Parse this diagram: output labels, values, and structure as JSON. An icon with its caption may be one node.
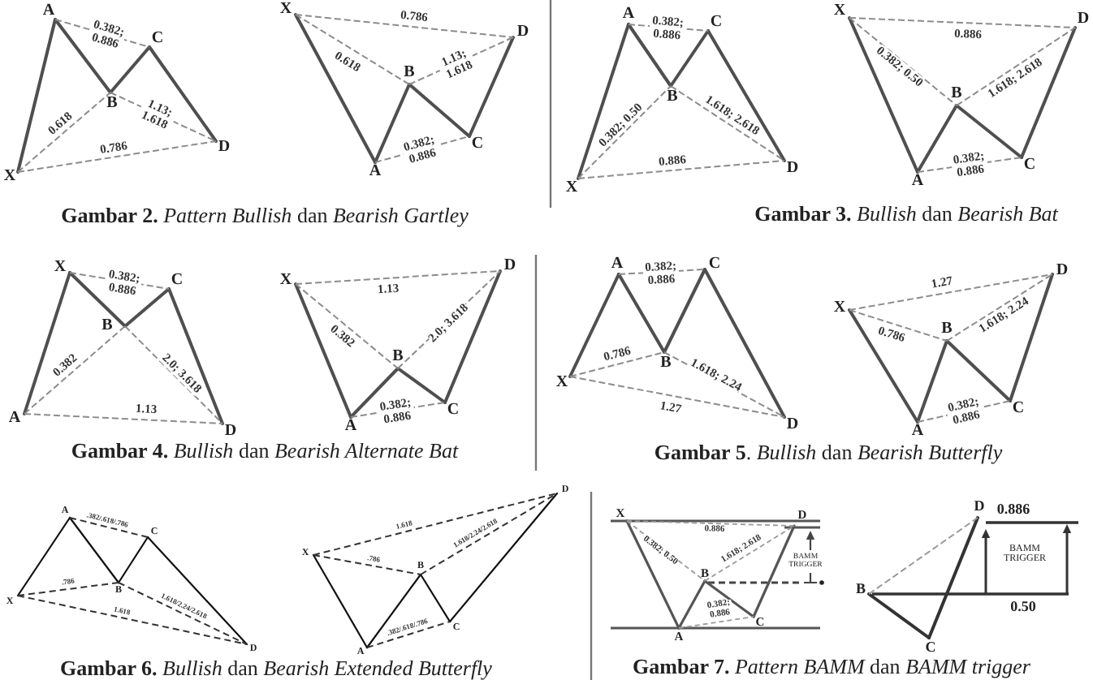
{
  "diagram": {
    "nodes": [
      {
        "text": [
          "X"
        ]
      },
      {
        "text": [
          "A"
        ]
      },
      {
        "text": [
          "B"
        ]
      },
      {
        "text": [
          "C"
        ]
      },
      {
        "text": [
          "D"
        ]
      },
      {
        "text": [
          "X"
        ]
      },
      {
        "text": [
          "A"
        ]
      },
      {
        "text": [
          "B"
        ]
      },
      {
        "text": [
          "C"
        ]
      },
      {
        "text": [
          "D"
        ]
      },
      {
        "text": [
          "X"
        ]
      },
      {
        "text": [
          "A"
        ]
      },
      {
        "text": [
          "B"
        ]
      },
      {
        "text": [
          "C"
        ]
      },
      {
        "text": [
          "D"
        ]
      },
      {
        "text": [
          "X"
        ]
      },
      {
        "text": [
          "A"
        ]
      },
      {
        "text": [
          "B"
        ]
      },
      {
        "text": [
          "C"
        ]
      },
      {
        "text": [
          "D"
        ]
      },
      {
        "text": [
          "X"
        ]
      },
      {
        "text": [
          "A"
        ]
      },
      {
        "text": [
          "B"
        ]
      },
      {
        "text": [
          "C"
        ]
      },
      {
        "text": [
          "D"
        ]
      },
      {
        "text": [
          "X"
        ]
      },
      {
        "text": [
          "A"
        ]
      },
      {
        "text": [
          "B"
        ]
      },
      {
        "text": [
          "C"
        ]
      },
      {
        "text": [
          "D"
        ]
      },
      {
        "text": [
          "X"
        ]
      },
      {
        "text": [
          "A"
        ]
      },
      {
        "text": [
          "B"
        ]
      },
      {
        "text": [
          "C"
        ]
      },
      {
        "text": [
          "D"
        ]
      },
      {
        "text": [
          "X"
        ]
      },
      {
        "text": [
          "A"
        ]
      },
      {
        "text": [
          "B"
        ]
      },
      {
        "text": [
          "C"
        ]
      },
      {
        "text": [
          "D"
        ]
      },
      {
        "text": [
          "X"
        ]
      },
      {
        "text": [
          "A"
        ]
      },
      {
        "text": [
          "B"
        ]
      },
      {
        "text": [
          "C"
        ]
      },
      {
        "text": [
          "D"
        ]
      },
      {
        "text": [
          "X"
        ]
      },
      {
        "text": [
          "A"
        ]
      },
      {
        "text": [
          "B"
        ]
      },
      {
        "text": [
          "C"
        ]
      },
      {
        "text": [
          "D"
        ]
      },
      {
        "text": [
          "X"
        ]
      },
      {
        "text": [
          "A"
        ]
      },
      {
        "text": [
          "B"
        ]
      },
      {
        "text": [
          "C"
        ]
      },
      {
        "text": [
          "D"
        ]
      },
      {
        "text": [
          "B"
        ]
      },
      {
        "text": [
          "C"
        ]
      },
      {
        "text": [
          "D"
        ]
      }
    ],
    "edges": [
      {
        "from": 0,
        "to": 1,
        "arrow": "none"
      },
      {
        "from": 1,
        "to": 2,
        "arrow": "none"
      },
      {
        "from": 2,
        "to": 3,
        "arrow": "none"
      },
      {
        "from": 3,
        "to": 4,
        "arrow": "none"
      },
      {
        "from": 1,
        "to": 3,
        "arrow": "none",
        "style": "dashed",
        "label": "0.382; 0.886"
      },
      {
        "from": 0,
        "to": 2,
        "arrow": "none",
        "style": "dashed",
        "label": "0.618"
      },
      {
        "from": 2,
        "to": 4,
        "arrow": "none",
        "style": "dashed",
        "label": "1.13; 1.618"
      },
      {
        "from": 0,
        "to": 4,
        "arrow": "none",
        "style": "dashed",
        "label": "0.786"
      },
      {
        "from": 5,
        "to": 6,
        "arrow": "none"
      },
      {
        "from": 6,
        "to": 7,
        "arrow": "none"
      },
      {
        "from": 7,
        "to": 8,
        "arrow": "none"
      },
      {
        "from": 8,
        "to": 9,
        "arrow": "none"
      },
      {
        "from": 5,
        "to": 9,
        "arrow": "none",
        "style": "dashed",
        "label": "0.786"
      },
      {
        "from": 5,
        "to": 7,
        "arrow": "none",
        "style": "dashed",
        "label": "0.618"
      },
      {
        "from": 7,
        "to": 9,
        "arrow": "none",
        "style": "dashed",
        "label": "1.13; 1.618"
      },
      {
        "from": 6,
        "to": 8,
        "arrow": "none",
        "style": "dashed",
        "label": "0.382; 0.886"
      },
      {
        "from": 10,
        "to": 11,
        "arrow": "none"
      },
      {
        "from": 11,
        "to": 12,
        "arrow": "none"
      },
      {
        "from": 12,
        "to": 13,
        "arrow": "none"
      },
      {
        "from": 13,
        "to": 14,
        "arrow": "none"
      },
      {
        "from": 11,
        "to": 13,
        "arrow": "none",
        "style": "dashed",
        "label": "0.382; 0.886"
      },
      {
        "from": 10,
        "to": 12,
        "arrow": "none",
        "style": "dashed",
        "label": "0.382; 0.50"
      },
      {
        "from": 12,
        "to": 14,
        "arrow": "none",
        "style": "dashed",
        "label": "1.618; 2.618"
      },
      {
        "from": 10,
        "to": 14,
        "arrow": "none",
        "style": "dashed",
        "label": "0.886"
      },
      {
        "from": 15,
        "to": 16,
        "arrow": "none"
      },
      {
        "from": 16,
        "to": 17,
        "arrow": "none"
      },
      {
        "from": 17,
        "to": 18,
        "arrow": "none"
      },
      {
        "from": 18,
        "to": 19,
        "arrow": "none"
      },
      {
        "from": 15,
        "to": 19,
        "arrow": "none",
        "style": "dashed",
        "label": "0.886"
      },
      {
        "from": 15,
        "to": 17,
        "arrow": "none",
        "style": "dashed",
        "label": "0.382; 0.50"
      },
      {
        "from": 17,
        "to": 19,
        "arrow": "none",
        "style": "dashed",
        "label": "1.618; 2.618"
      },
      {
        "from": 16,
        "to": 18,
        "arrow": "none",
        "style": "dashed",
        "label": "0.382; 0.886"
      },
      {
        "from": 20,
        "to": 21,
        "arrow": "none"
      },
      {
        "from": 20,
        "to": 22,
        "arrow": "none"
      },
      {
        "from": 22,
        "to": 23,
        "arrow": "none"
      },
      {
        "from": 23,
        "to": 24,
        "arrow": "none"
      },
      {
        "from": 20,
        "to": 23,
        "arrow": "none",
        "style": "dashed",
        "label": "0.382; 0.886"
      },
      {
        "from": 21,
        "to": 22,
        "arrow": "none",
        "style": "dashed",
        "label": "0.382"
      },
      {
        "from": 22,
        "to": 24,
        "arrow": "none",
        "style": "dashed",
        "label": "2.0; 3.618"
      },
      {
        "from": 21,
        "to": 24,
        "arrow": "none",
        "style": "dashed",
        "label": "1.13"
      },
      {
        "from": 25,
        "to": 26,
        "arrow": "none"
      },
      {
        "from": 26,
        "to": 27,
        "arrow": "none"
      },
      {
        "from": 27,
        "to": 28,
        "arrow": "none"
      },
      {
        "from": 28,
        "to": 29,
        "arrow": "none"
      },
      {
        "from": 25,
        "to": 29,
        "arrow": "none",
        "style": "dashed",
        "label": "1.13"
      },
      {
        "from": 25,
        "to": 27,
        "arrow": "none",
        "style": "dashed",
        "label": "0.382"
      },
      {
        "from": 27,
        "to": 29,
        "arrow": "none",
        "style": "dashed",
        "label": "2.0; 3.618"
      },
      {
        "from": 26,
        "to": 28,
        "arrow": "none",
        "style": "dashed",
        "label": "0.382; 0.886"
      },
      {
        "from": 30,
        "to": 31,
        "arrow": "none"
      },
      {
        "from": 31,
        "to": 32,
        "arrow": "none"
      },
      {
        "from": 32,
        "to": 33,
        "arrow": "none"
      },
      {
        "from": 33,
        "to": 34,
        "arrow": "none"
      },
      {
        "from": 31,
        "to": 33,
        "arrow": "none",
        "style": "dashed",
        "label": "0.382; 0.886"
      },
      {
        "from": 30,
        "to": 32,
        "arrow": "none",
        "style": "dashed",
        "label": "0.786"
      },
      {
        "from": 32,
        "to": 34,
        "arrow": "none",
        "style": "dashed",
        "label": "1.618; 2.24"
      },
      {
        "from": 30,
        "to": 34,
        "arrow": "none",
        "style": "dashed",
        "label": "1.27"
      },
      {
        "from": 35,
        "to": 36,
        "arrow": "none"
      },
      {
        "from": 36,
        "to": 37,
        "arrow": "none"
      },
      {
        "from": 37,
        "to": 38,
        "arrow": "none"
      },
      {
        "from": 38,
        "to": 39,
        "arrow": "none"
      },
      {
        "from": 35,
        "to": 39,
        "arrow": "none",
        "style": "dashed",
        "label": "1.27"
      },
      {
        "from": 35,
        "to": 37,
        "arrow": "none",
        "style": "dashed",
        "label": "0.786"
      },
      {
        "from": 37,
        "to": 39,
        "arrow": "none",
        "style": "dashed",
        "label": "1.618; 2.24"
      },
      {
        "from": 36,
        "to": 38,
        "arrow": "none",
        "style": "dashed",
        "label": "0.382; 0.886"
      },
      {
        "from": 40,
        "to": 41,
        "arrow": "none"
      },
      {
        "from": 41,
        "to": 42,
        "arrow": "none"
      },
      {
        "from": 42,
        "to": 43,
        "arrow": "none"
      },
      {
        "from": 43,
        "to": 44,
        "arrow": "none"
      },
      {
        "from": 41,
        "to": 43,
        "arrow": "none",
        "style": "dashed",
        "color": "#333333",
        "label": ".382/.618/.786"
      },
      {
        "from": 40,
        "to": 42,
        "arrow": "none",
        "style": "dashed",
        "color": "#333333",
        "label": ".786"
      },
      {
        "from": 42,
        "to": 44,
        "arrow": "none",
        "style": "dashed",
        "color": "#333333",
        "label": "1.618/2.24/2.618"
      },
      {
        "from": 40,
        "to": 44,
        "arrow": "none",
        "style": "dashed",
        "color": "#333333",
        "label": "1.618"
      },
      {
        "from": 45,
        "to": 46,
        "arrow": "none"
      },
      {
        "from": 46,
        "to": 47,
        "arrow": "none"
      },
      {
        "from": 47,
        "to": 48,
        "arrow": "none"
      },
      {
        "from": 48,
        "to": 49,
        "arrow": "none"
      },
      {
        "from": 45,
        "to": 49,
        "arrow": "none",
        "style": "dashed",
        "color": "#333333",
        "label": "1.618"
      },
      {
        "from": 45,
        "to": 47,
        "arrow": "none",
        "style": "dashed",
        "color": "#333333",
        "label": ".786"
      },
      {
        "from": 47,
        "to": 49,
        "arrow": "none",
        "style": "dashed",
        "color": "#333333",
        "label": "1.618/2.24/2.618"
      },
      {
        "from": 46,
        "to": 48,
        "arrow": "none",
        "style": "dashed",
        "color": "#333333",
        "label": ".382/.618/.786"
      },
      {
        "from": 50,
        "to": 51,
        "arrow": "none"
      },
      {
        "from": 51,
        "to": 52,
        "arrow": "none"
      },
      {
        "from": 52,
        "to": 53,
        "arrow": "none"
      },
      {
        "from": 53,
        "to": 54,
        "arrow": "none"
      },
      {
        "from": 50,
        "to": 54,
        "arrow": "none",
        "style": "dashed",
        "label": "0.886"
      },
      {
        "from": 50,
        "to": 52,
        "arrow": "none",
        "style": "dashed",
        "label": "0.382; 0.50"
      },
      {
        "from": 52,
        "to": 54,
        "arrow": "none",
        "style": "dashed",
        "label": "1.618; 2.618"
      },
      {
        "from": 51,
        "to": 53,
        "arrow": "none",
        "style": "dashed",
        "label": "0.382; 0.886"
      },
      {
        "from": 55,
        "to": 56,
        "arrow": "none"
      },
      {
        "from": 56,
        "to": 57,
        "arrow": "none"
      },
      {
        "from": 55,
        "to": 57,
        "arrow": "none",
        "style": "dashed"
      }
    ],
    "labels": [
      "**Gambar 2.** *Pattern Bullish* dan *Bearish Gartley*",
      "**Gambar 3.** *Bullish* dan *Bearish Bat*",
      "**Gambar 4.** *Bullish* dan *Bearish Alternate Bat*",
      "**Gambar 5**. *Bullish* dan *Bearish Butterfly*",
      "BAMM TRIGGER",
      "0.886",
      "BAMM TRIGGER",
      "0.50",
      "**Gambar 6.** *Bullish* dan *Bearish Extended Butterfly*",
      "**Gambar 7.** *Pattern BAMM* dan *BAMM trigger*"
    ]
  }
}
